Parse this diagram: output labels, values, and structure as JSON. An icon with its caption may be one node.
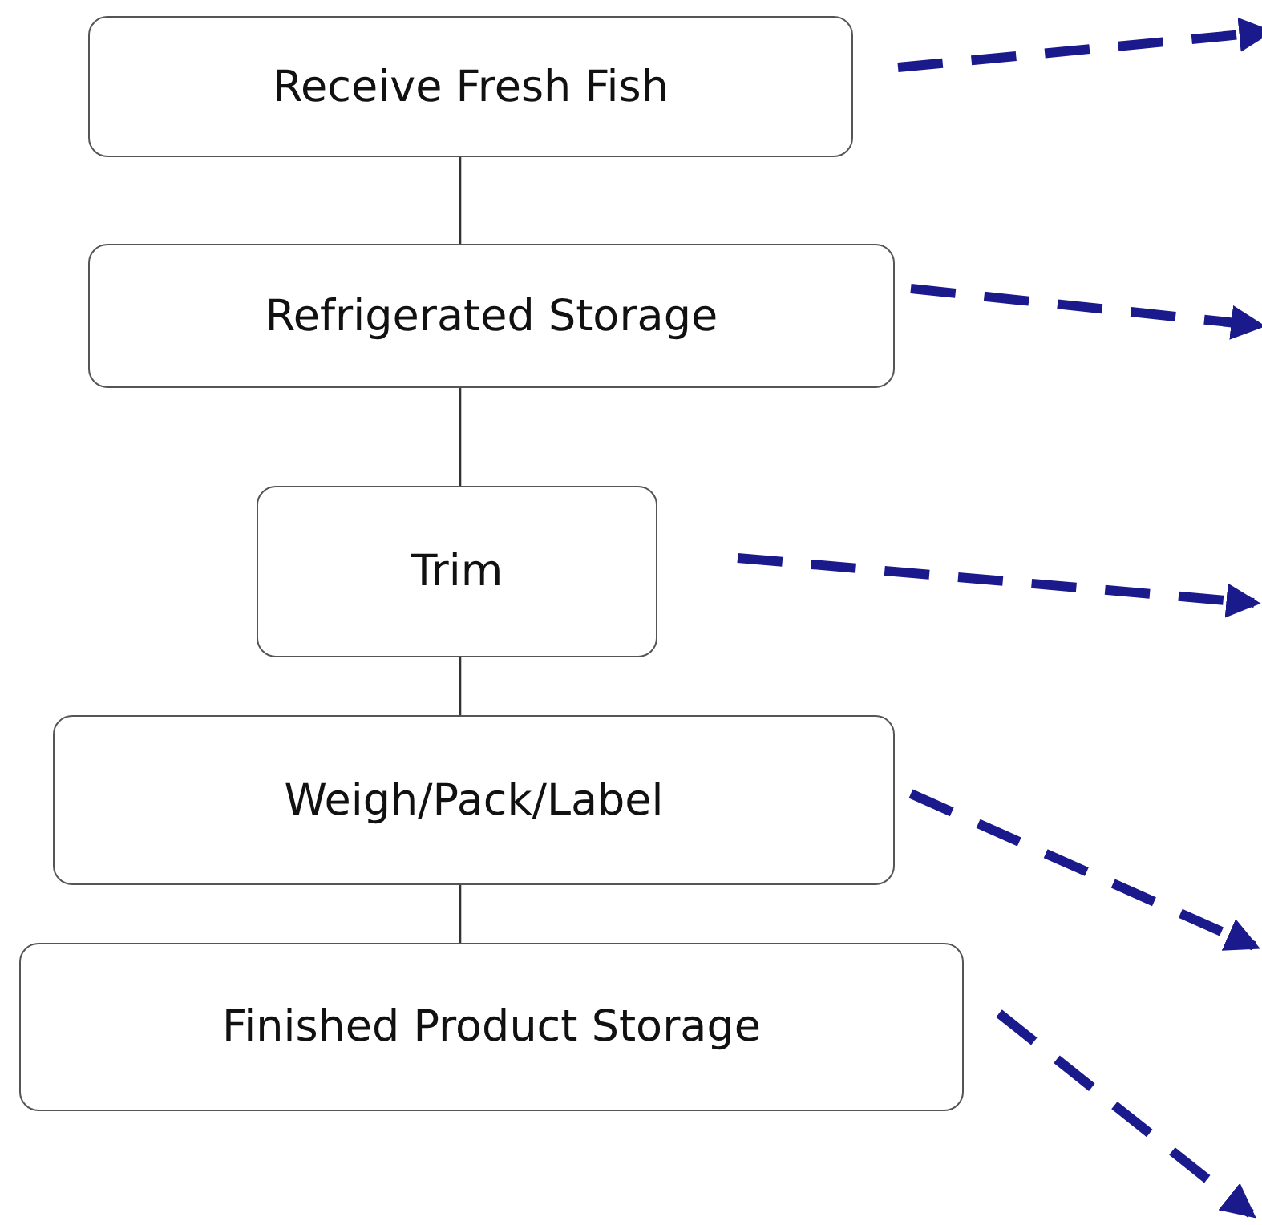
{
  "diagram": {
    "nodes": [
      {
        "text": [
          "Receive Fresh Fish"
        ]
      },
      {
        "text": [
          "Refrigerated Storage"
        ]
      },
      {
        "text": [
          "Trim"
        ]
      },
      {
        "text": [
          "Weigh/Pack/Label"
        ]
      },
      {
        "text": [
          "Finished Product Storage"
        ]
      }
    ],
    "edges": [
      {
        "from": 0,
        "to": 1,
        "arrow": "none"
      },
      {
        "from": 1,
        "to": 2,
        "arrow": "none"
      },
      {
        "from": 2,
        "to": 3,
        "arrow": "none"
      },
      {
        "from": 3,
        "to": 4,
        "arrow": "none"
      },
      {
        "from": 0,
        "to": null,
        "arrow": "to",
        "style": "dashed",
        "color": "#1a1a8c"
      },
      {
        "from": 1,
        "to": null,
        "arrow": "to",
        "style": "dashed",
        "color": "#1a1a8c"
      },
      {
        "from": 2,
        "to": null,
        "arrow": "to",
        "style": "dashed",
        "color": "#1a1a8c"
      },
      {
        "from": 3,
        "to": null,
        "arrow": "to",
        "style": "dashed",
        "color": "#1a1a8c"
      },
      {
        "from": 4,
        "to": null,
        "arrow": "to",
        "style": "dashed",
        "color": "#1a1a8c"
      }
    ]
  }
}
